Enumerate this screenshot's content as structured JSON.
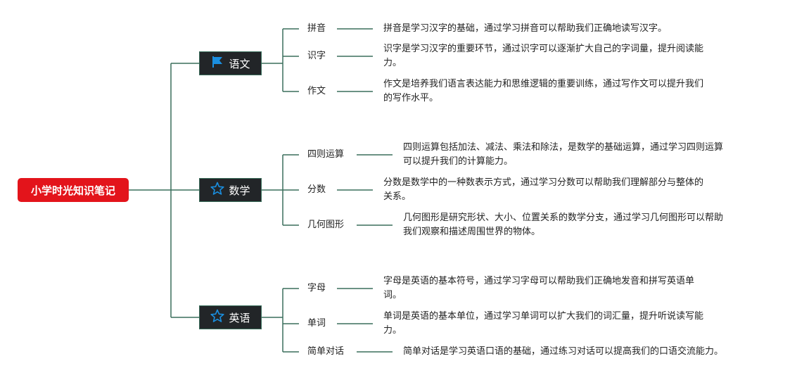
{
  "root": {
    "label": "小学时光知识笔记"
  },
  "colors": {
    "root": "#e3141b",
    "branch_bg": "#222528",
    "line": "#3a6e5c",
    "icon": "#1a8fe0"
  },
  "branches": [
    {
      "label": "语文",
      "icon": "flag-icon",
      "leaves": [
        {
          "label": "拼音",
          "desc": [
            "拼音是学习汉字的基础，通过学习拼音可以帮助我们正确地读写汉字。"
          ]
        },
        {
          "label": "识字",
          "desc": [
            "识字是学习汉字的重要环节，通过识字可以逐渐扩大自己的字词量，提升阅读能",
            "力。"
          ]
        },
        {
          "label": "作文",
          "desc": [
            "作文是培养我们语言表达能力和思维逻辑的重要训练，通过写作文可以提升我们",
            "的写作水平。"
          ]
        }
      ]
    },
    {
      "label": "数学",
      "icon": "star-icon",
      "leaves": [
        {
          "label": "四则运算",
          "desc": [
            "四则运算包括加法、减法、乘法和除法，是数学的基础运算，通过学习四则运算",
            "可以提升我们的计算能力。"
          ]
        },
        {
          "label": "分数",
          "desc": [
            "分数是数学中的一种数表示方式，通过学习分数可以帮助我们理解部分与整体的",
            "关系。"
          ]
        },
        {
          "label": "几何图形",
          "desc": [
            "几何图形是研究形状、大小、位置关系的数学分支，通过学习几何图形可以帮助",
            "我们观察和描述周围世界的物体。"
          ]
        }
      ]
    },
    {
      "label": "英语",
      "icon": "star-icon",
      "leaves": [
        {
          "label": "字母",
          "desc": [
            "字母是英语的基本符号，通过学习字母可以帮助我们正确地发音和拼写英语单",
            "词。"
          ]
        },
        {
          "label": "单词",
          "desc": [
            "单词是英语的基本单位，通过学习单词可以扩大我们的词汇量，提升听说读写能",
            "力。"
          ]
        },
        {
          "label": "简单对话",
          "desc": [
            "简单对话是学习英语口语的基础，通过练习对话可以提高我们的口语交流能力。"
          ]
        }
      ]
    }
  ]
}
